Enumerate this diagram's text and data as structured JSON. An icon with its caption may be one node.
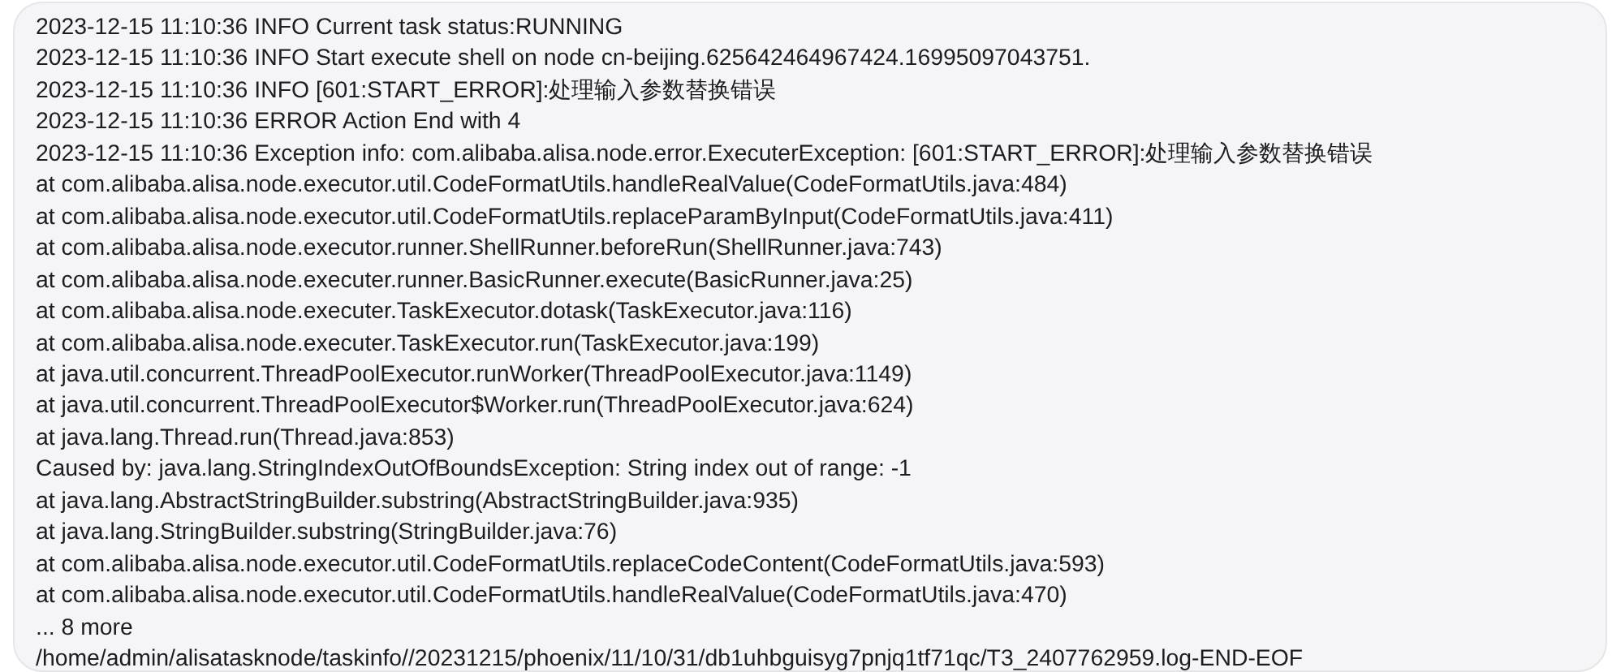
{
  "diagram": {
    "labels": [
      "2023-12-15 11:10:36 INFO Current task status:RUNNING",
      "2023-12-15 11:10:36 INFO Start execute shell on node cn-beijing.625642464967424.16995097043751.",
      "2023-12-15 11:10:36 INFO [601:START_ERROR]:处理输入参数替换错误",
      "2023-12-15 11:10:36 ERROR Action End with 4",
      "2023-12-15 11:10:36 Exception info: com.alibaba.alisa.node.error.ExecuterException: [601:START_ERROR]:处理输入参数替换错误",
      "at com.alibaba.alisa.node.executor.util.CodeFormatUtils.handleRealValue(CodeFormatUtils.java:484)",
      "at com.alibaba.alisa.node.executor.util.CodeFormatUtils.replaceParamByInput(CodeFormatUtils.java:411)",
      "at com.alibaba.alisa.node.executor.runner.ShellRunner.beforeRun(ShellRunner.java:743)",
      "at com.alibaba.alisa.node.executer.runner.BasicRunner.execute(BasicRunner.java:25)",
      "at com.alibaba.alisa.node.executer.TaskExecutor.dotask(TaskExecutor.java:116)",
      "at com.alibaba.alisa.node.executer.TaskExecutor.run(TaskExecutor.java:199)",
      "at java.util.concurrent.ThreadPoolExecutor.runWorker(ThreadPoolExecutor.java:1149)",
      "at java.util.concurrent.ThreadPoolExecutor$Worker.run(ThreadPoolExecutor.java:624)",
      "at java.lang.Thread.run(Thread.java:853)",
      "Caused by: java.lang.StringIndexOutOfBoundsException: String index out of range: -1",
      "at java.lang.AbstractStringBuilder.substring(AbstractStringBuilder.java:935)",
      "at java.lang.StringBuilder.substring(StringBuilder.java:76)",
      "at com.alibaba.alisa.node.executor.util.CodeFormatUtils.replaceCodeContent(CodeFormatUtils.java:593)",
      "at com.alibaba.alisa.node.executor.util.CodeFormatUtils.handleRealValue(CodeFormatUtils.java:470)",
      "... 8 more",
      "/home/admin/alisatasknode/taskinfo//20231215/phoenix/11/10/31/db1uhbguisyg7pnjq1tf71qc/T3_2407762959.log-END-EOF"
    ]
  }
}
